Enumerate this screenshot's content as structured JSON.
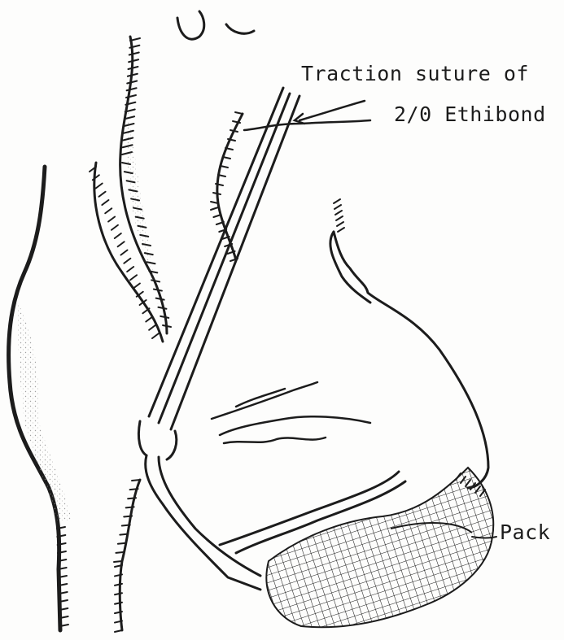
{
  "labels": {
    "suture_line1": "Traction suture of",
    "suture_line2": "2/0 Ethibond",
    "pack": "Pack"
  },
  "colors": {
    "ink": "#1c1c1c",
    "stipple": "#8a8a8a",
    "paper": "#fdfdfc"
  },
  "icons": [
    "traction-suture-leader",
    "gauze-pack-mesh",
    "ureter-tube",
    "tissue-fringe"
  ]
}
